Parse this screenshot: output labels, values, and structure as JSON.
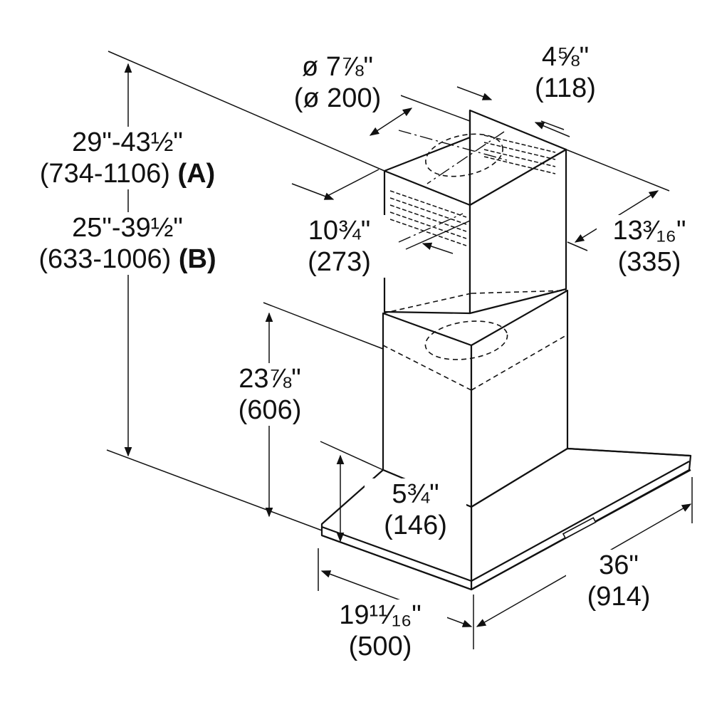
{
  "dimensions": {
    "height_a": {
      "imperial": "29\"-43½\"",
      "metric": "(734-1106)",
      "tag": "(A)"
    },
    "height_b": {
      "imperial": "25\"-39½\"",
      "metric": "(633-1006)",
      "tag": "(B)"
    },
    "duct_diameter": {
      "imperial": "ø 7⅞\"",
      "metric": "(ø 200)"
    },
    "chimney_offset": {
      "imperial": "4⅝\"",
      "metric": "(118)"
    },
    "chimney_width": {
      "imperial": "10¾\"",
      "metric": "(273)"
    },
    "chimney_depth": {
      "imperial": "13³⁄₁₆\"",
      "metric": "(335)"
    },
    "lower_chimney_height": {
      "imperial": "23⅞\"",
      "metric": "(606)"
    },
    "canopy_height": {
      "imperial": "5¾\"",
      "metric": "(146)"
    },
    "hood_depth": {
      "imperial": "19¹¹⁄₁₆\"",
      "metric": "(500)"
    },
    "hood_width": {
      "imperial": "36\"",
      "metric": "(914)"
    }
  },
  "colors": {
    "line": "#111111",
    "background": "#ffffff"
  }
}
